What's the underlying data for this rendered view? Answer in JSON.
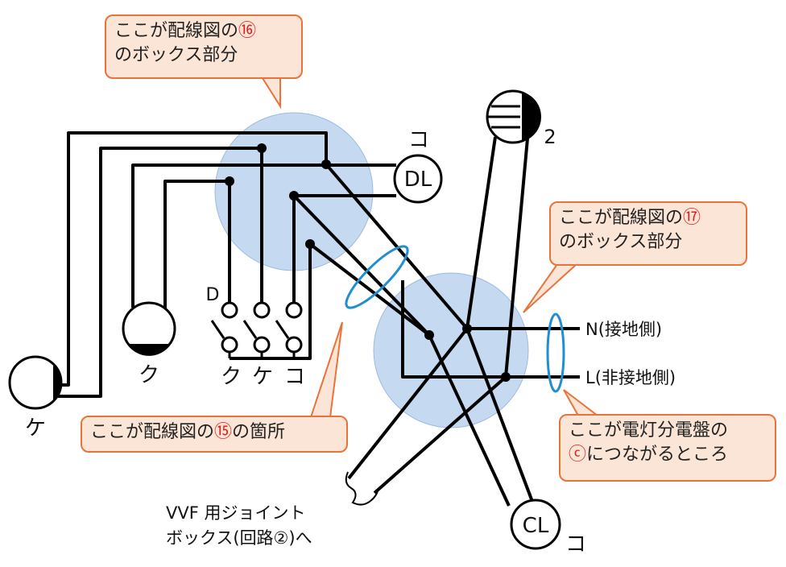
{
  "callouts": {
    "box16": {
      "prefix": "ここが配線図の",
      "num": "⑯",
      "line2": "のボックス部分"
    },
    "box17": {
      "prefix": "ここが配線図の",
      "num": "⑰",
      "line2": "のボックス部分"
    },
    "box15": {
      "prefix": "ここが配線図の",
      "num": "⑮",
      "suffix": "の箇所"
    },
    "panel": {
      "line1": "ここが電灯分電盤の",
      "num": "ⓒ",
      "line2": "につながるところ"
    }
  },
  "labels": {
    "dl_symbol": "DL",
    "dl_letter": "コ",
    "cl_symbol": "CL",
    "cl_letter": "コ",
    "outlet_num": "2",
    "pendant_ku": "ク",
    "pendant_ke": "ケ",
    "switch_d": "D",
    "switch_ku": "ク",
    "switch_ke": "ケ",
    "switch_ko": "コ",
    "neutral": "N(接地側)",
    "live": "L(非接地側)",
    "vvf_line1": "VVF 用ジョイント",
    "vvf_line2": "ボックス(回路②)へ"
  },
  "colors": {
    "box_fill": "#c5d9f1",
    "callout_fill": "#fbe5d6",
    "callout_border": "#e8743b",
    "sheath_ring": "#1f8fd0",
    "wire": "#000000",
    "circle_number": "#e02020"
  }
}
